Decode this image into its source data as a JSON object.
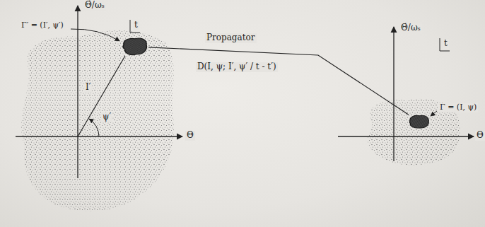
{
  "diagram": {
    "nodes": [
      {
        "text": [
          "Γ′ = (I′, ψ′)"
        ]
      },
      {
        "text": [
          "Γ = (I, ψ)"
        ]
      }
    ],
    "edges": [
      {
        "from": 0,
        "to": 1,
        "arrow": "none",
        "label": "Propagator"
      }
    ],
    "labels": [
      "Θ̇/ωₛ",
      "Θ",
      "t",
      "I′",
      "ψ′",
      "D(I, ψ; I′, ψ′ / t - t′)",
      "Θ̇/ωₛ",
      "Θ",
      "t"
    ]
  }
}
